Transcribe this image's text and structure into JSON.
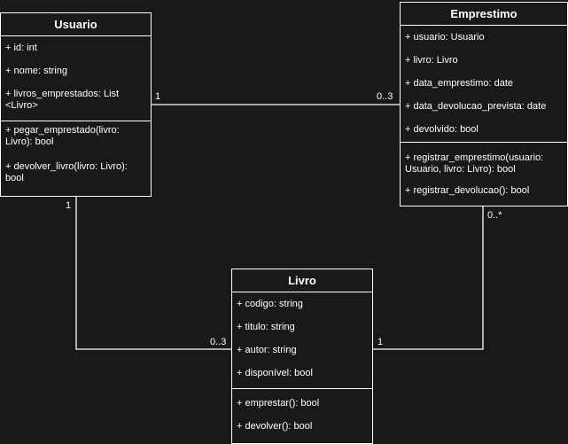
{
  "colors": {
    "background": "#191919",
    "stroke": "#ffffff",
    "text": "#ffffff"
  },
  "classes": {
    "usuario": {
      "name": "Usuario",
      "attributes": [
        "+ id: int",
        "+ nome: string",
        "+ livros_emprestados: List <Livro>"
      ],
      "methods": [
        "+ pegar_emprestado(livro: Livro): bool",
        "+ devolver_livro(livro: Livro): bool"
      ]
    },
    "emprestimo": {
      "name": "Emprestimo",
      "attributes": [
        "+ usuario: Usuario",
        "+ livro: Livro",
        "+ data_emprestimo: date",
        "+ data_devolucao_prevista: date",
        "+ devolvido: bool"
      ],
      "methods": [
        "+ registrar_emprestimo(usuario: Usuario, livro: Livro): bool",
        "+ registrar_devolucao(): bool"
      ]
    },
    "livro": {
      "name": "Livro",
      "attributes": [
        "+ codigo: string",
        "+ titulo: string",
        "+ autor: string",
        "+ disponível: bool"
      ],
      "methods": [
        "+ emprestar(): bool",
        "+ devolver(): bool"
      ]
    }
  },
  "associations": {
    "usuario_emprestimo": {
      "source": "1",
      "target": "0..3"
    },
    "usuario_livro": {
      "source": "1",
      "target": "0..3"
    },
    "emprestimo_livro": {
      "source": "0..*",
      "target": "1"
    }
  }
}
